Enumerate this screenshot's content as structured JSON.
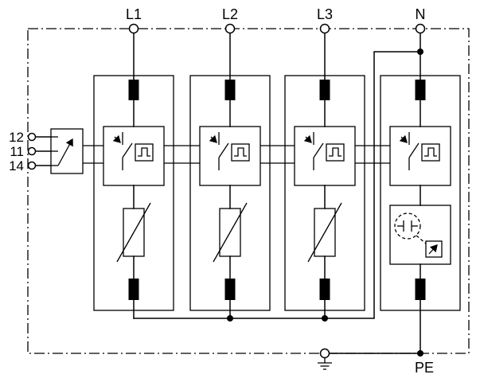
{
  "diagram": {
    "labels": {
      "phases": [
        "L1",
        "L2",
        "L3",
        "N"
      ],
      "pe": "PE",
      "remote": [
        "12",
        "11",
        "14"
      ]
    },
    "colors": {
      "line": "#000000",
      "background": "#ffffff"
    },
    "symbols": {
      "varistor": "varistor-symbol",
      "spark_gap": "spark-gap-symbol",
      "thermal_disconnect": "thermal-disconnect-symbol",
      "surge_waveform": "surge-waveform-icon",
      "changeover_contact": "changeover-contact-symbol",
      "earth_ground": "earth-ground-symbol",
      "junction": "junction-dot"
    }
  }
}
